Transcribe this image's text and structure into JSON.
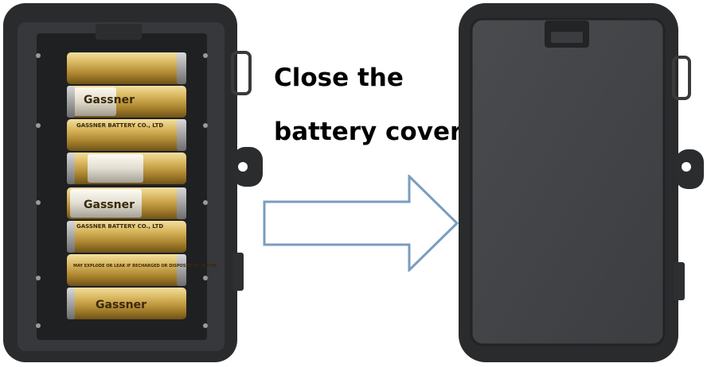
{
  "instruction": {
    "line1": "Close the",
    "line2": "battery cover"
  },
  "left_photo": {
    "battery_count": 8,
    "battery_print": {
      "brand": "Gassner",
      "company": "GASSNER BATTERY CO., LTD",
      "warning": "MAY EXPLODE OR LEAK IF RECHARGED OR DISPOSED OF IN FIRE."
    }
  },
  "colors": {
    "case": "#2a2b2d",
    "case_inner": "#3a3b3e",
    "battery_gold": "#c9a44a",
    "battery_silver": "#e6e6e3",
    "arrow_stroke": "#7a9cc0",
    "arrow_fill": "#ffffff",
    "text": "#000000"
  }
}
